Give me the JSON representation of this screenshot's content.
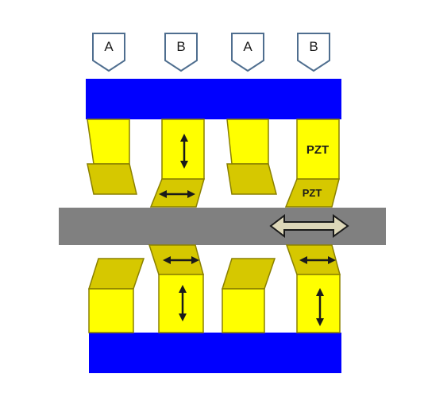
{
  "phase_markers": [
    {
      "label": "A"
    },
    {
      "label": "B"
    },
    {
      "label": "A"
    },
    {
      "label": "B"
    }
  ],
  "pzt_labels": {
    "top": "PZT",
    "bottom": "PZT"
  },
  "colors": {
    "electrode": "#0000ff",
    "pzt_face": "#ffff00",
    "pzt_side": "#d6c800",
    "pzt_edge": "#8a8000",
    "slider": "#808080",
    "slider_arrow": "#ddd7b8",
    "marker_stroke": "#4f6e8f"
  },
  "icons": {
    "vertical_arrow": "double-arrow-vertical-icon",
    "horizontal_arrow": "double-arrow-horizontal-icon",
    "marker": "pentagon-marker-icon"
  }
}
